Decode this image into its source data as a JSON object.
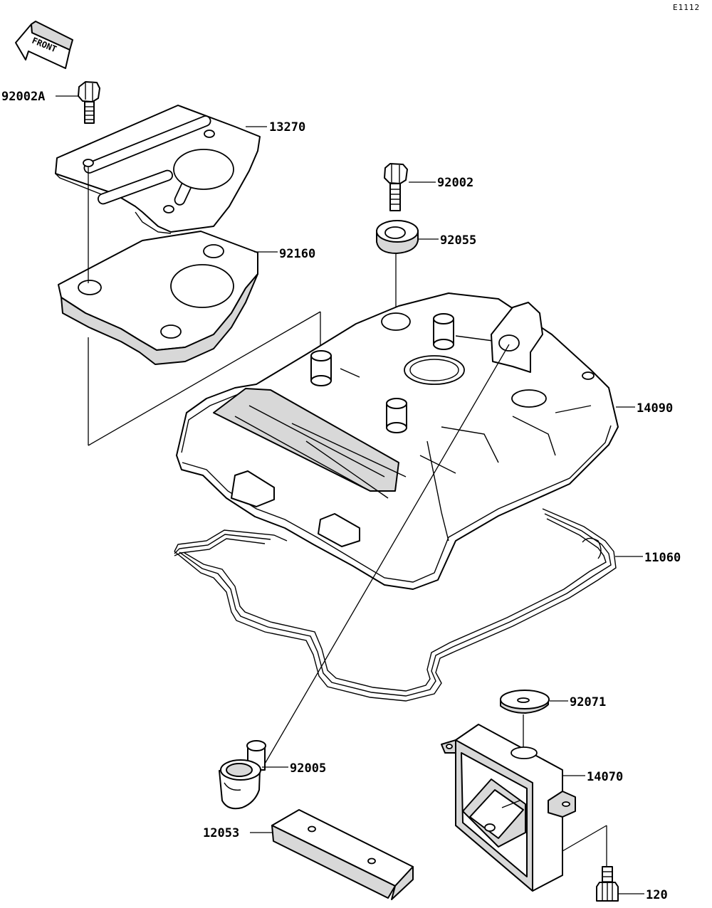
{
  "diagram_code": "E1112",
  "front_label": "FRONT",
  "parts": {
    "p92002A": "92002A",
    "p13270": "13270",
    "p92160": "92160",
    "p92002": "92002",
    "p92055": "92055",
    "p14090": "14090",
    "p11060": "11060",
    "p92071": "92071",
    "p14070": "14070",
    "p92005": "92005",
    "p12053": "12053",
    "p120": "120"
  }
}
